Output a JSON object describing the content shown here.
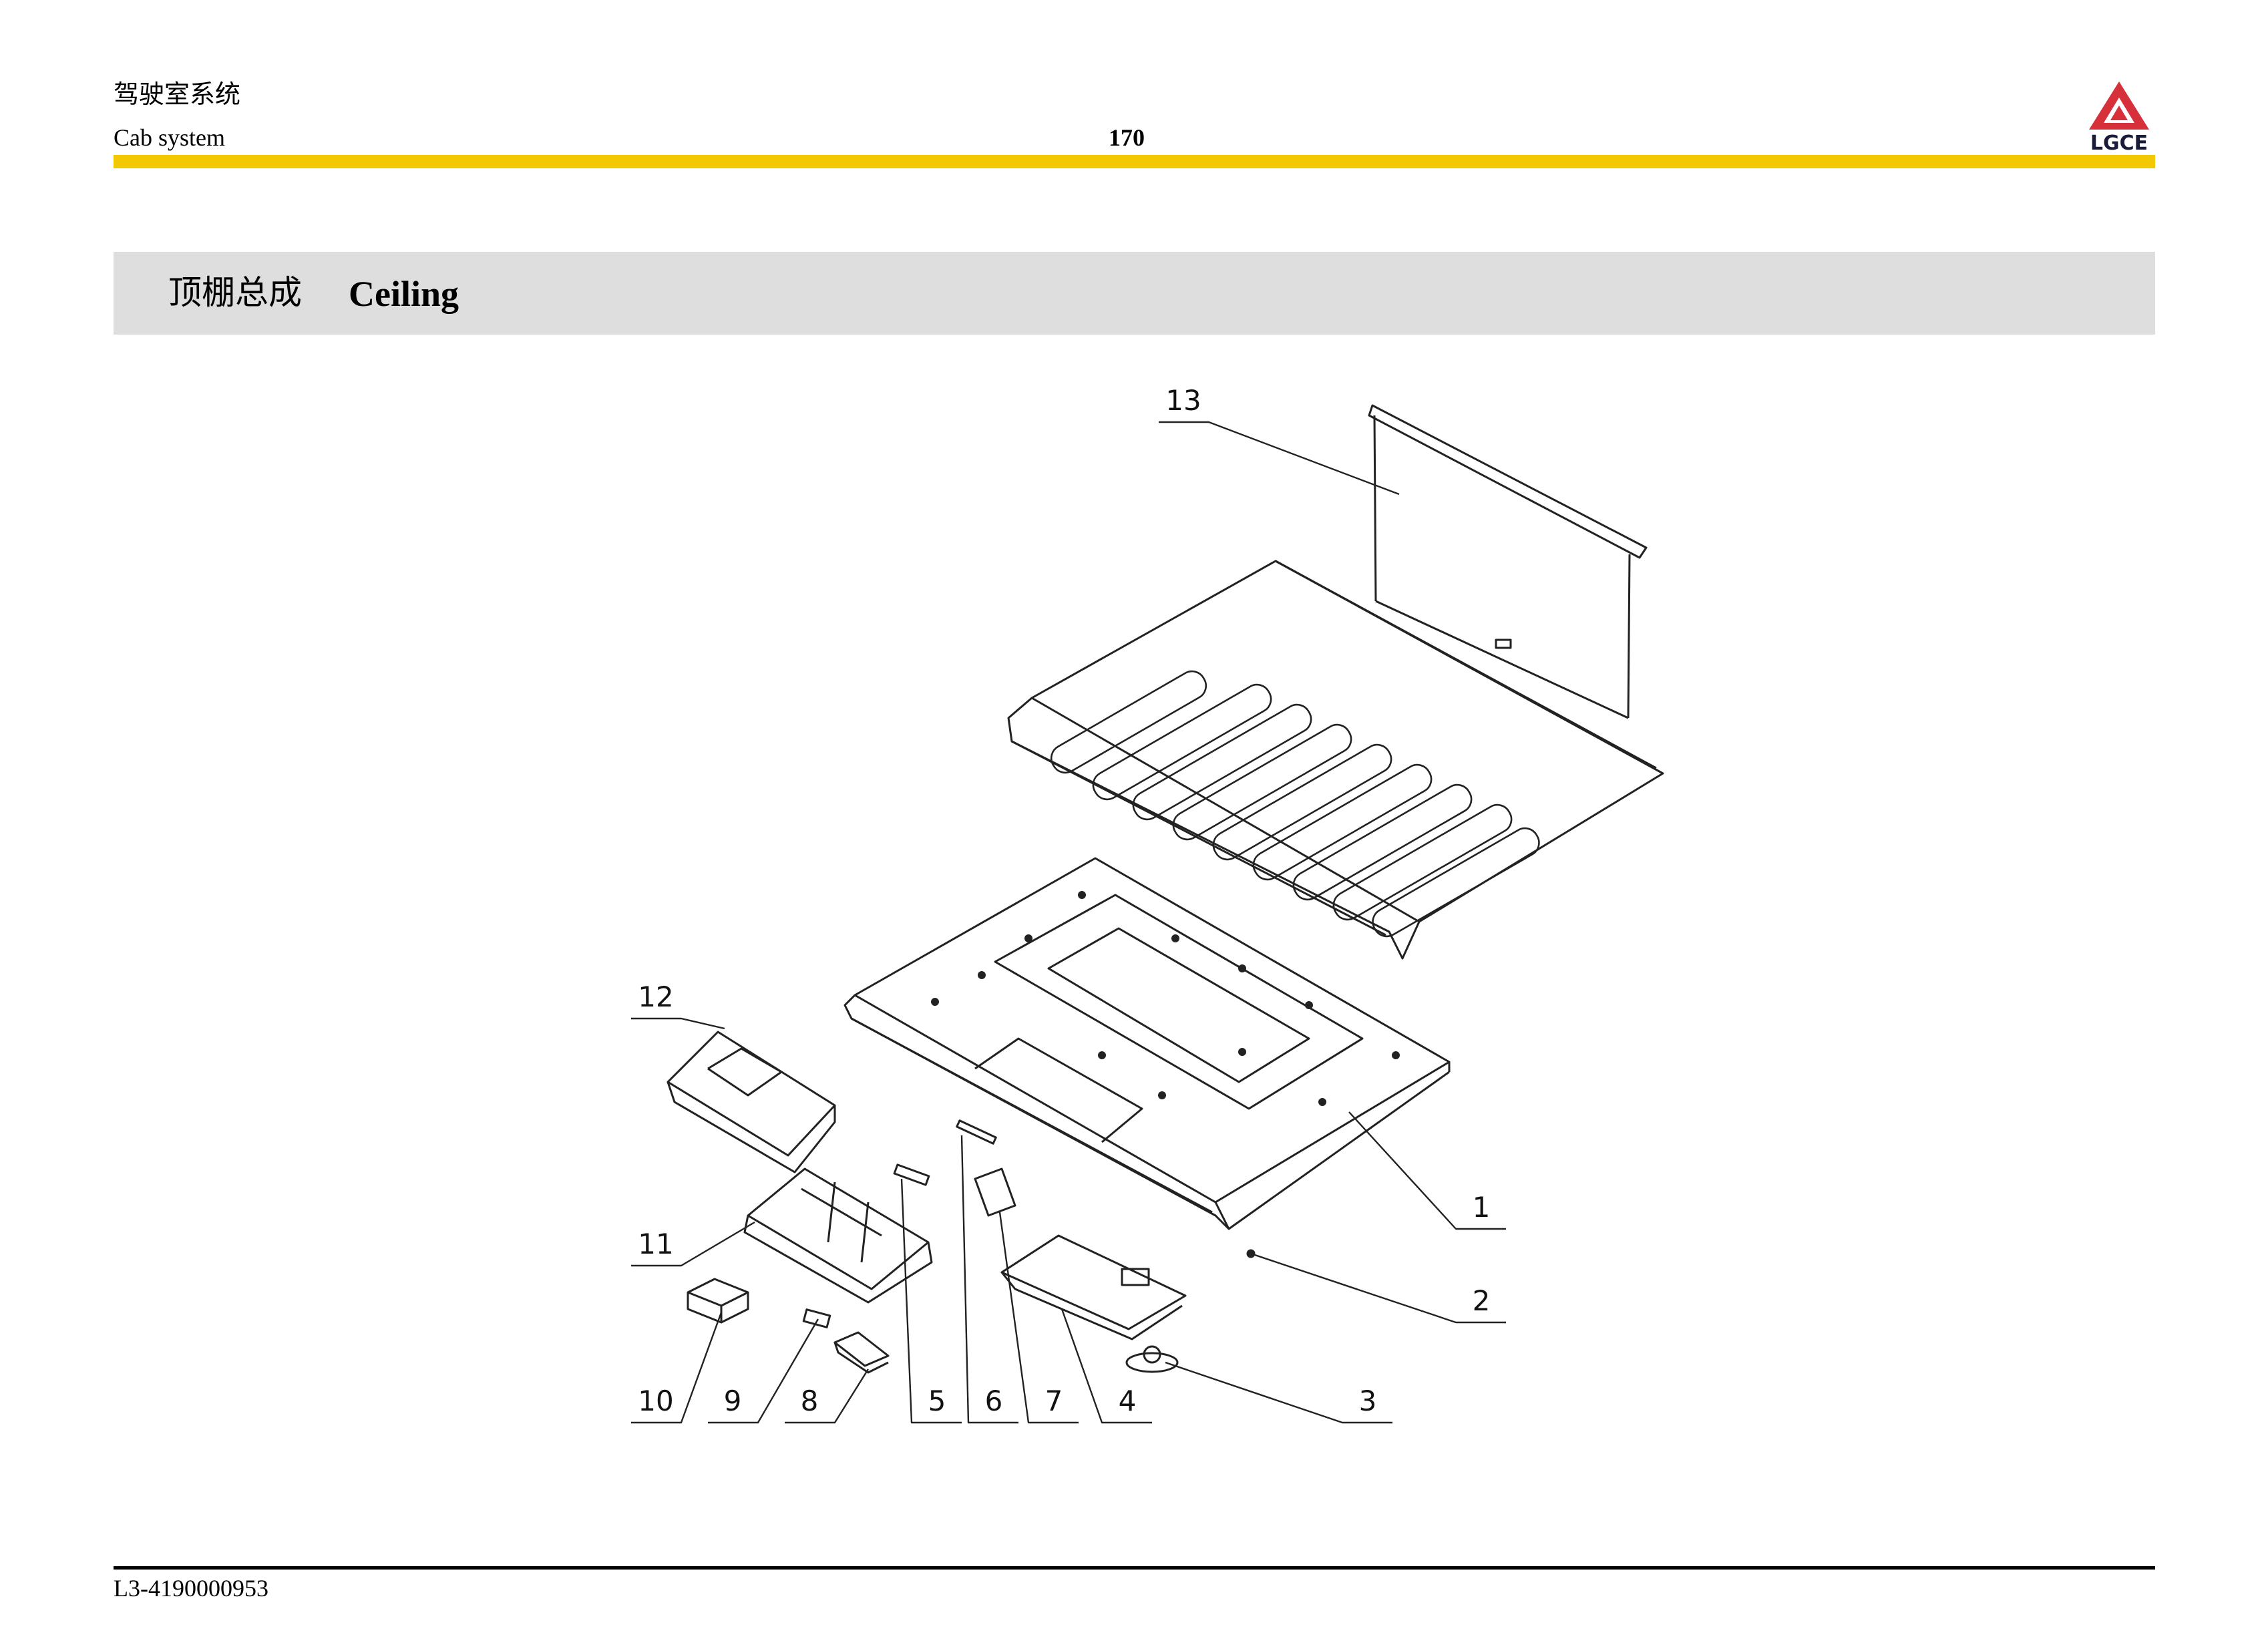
{
  "header": {
    "title_cn": "驾驶室系统",
    "title_en": "Cab system",
    "page_number": "170",
    "logo_text": "LGCE",
    "bar_color": "#f2c800"
  },
  "section": {
    "title_cn": "顶棚总成",
    "title_en": "Ceiling"
  },
  "callouts": [
    "1",
    "2",
    "3",
    "4",
    "5",
    "6",
    "7",
    "8",
    "9",
    "10",
    "11",
    "12",
    "13"
  ],
  "footer": {
    "doc_code": "L3-4190000953"
  }
}
